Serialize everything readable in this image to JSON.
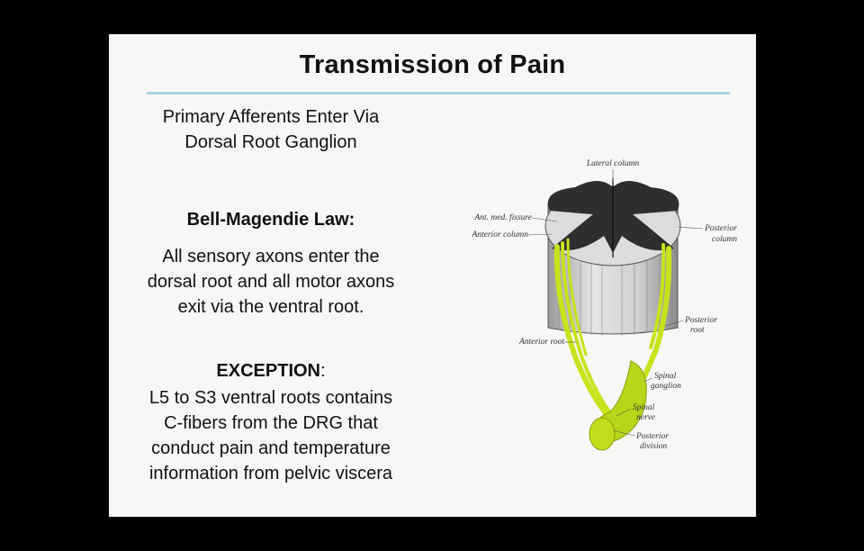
{
  "slide": {
    "title": "Transmission of Pain",
    "intro_lines": [
      "Primary Afferents Enter Via",
      "Dorsal Root Ganglion"
    ],
    "law_heading": "Bell-Magendie Law:",
    "law_lines": [
      "All sensory axons enter the",
      "dorsal root and all motor axons",
      "exit via the ventral root."
    ],
    "exception_heading": "EXCEPTION",
    "exception_colon": ":",
    "exception_lines": [
      "L5 to S3 ventral  roots contains",
      "C-fibers from the DRG that",
      "conduct pain and temperature",
      "information  from pelvic viscera"
    ]
  },
  "figure": {
    "labels": {
      "lateral_column": "Lateral column",
      "ant_med_fissure": "Ant. med. fissure",
      "anterior_column": "Anterior column",
      "posterior_column_1": "Posterior",
      "posterior_column_2": "column",
      "posterior_root_1": "Posterior",
      "posterior_root_2": "root",
      "anterior_root": "Anterior root",
      "spinal_ganglion_1": "Spinal",
      "spinal_ganglion_2": "ganglion",
      "spinal_nerve_1": "Spinal",
      "spinal_nerve_2": "nerve",
      "posterior_division_1": "Posterior",
      "posterior_division_2": "division"
    },
    "colors": {
      "nerve": "#c8e21c",
      "grey_matter": "#2e2e2e",
      "white_matter": "#d8d8d8"
    }
  }
}
